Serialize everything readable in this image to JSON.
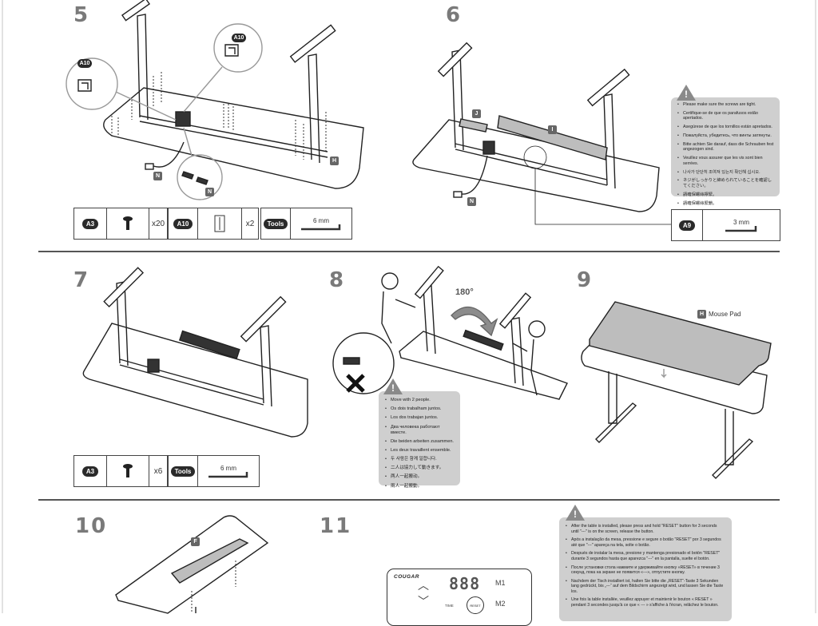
{
  "steps": [
    {
      "number": "5"
    },
    {
      "number": "6"
    },
    {
      "number": "7"
    },
    {
      "number": "8"
    },
    {
      "number": "9"
    },
    {
      "number": "10"
    },
    {
      "number": "11"
    }
  ],
  "step5": {
    "callouts": [
      "A10",
      "A10",
      "N",
      "N",
      "H"
    ],
    "parts": [
      {
        "badge": "A3",
        "qty": "x20",
        "icon": "screw-icon"
      },
      {
        "badge": "A10",
        "qty": "x2",
        "icon": "clip-icon"
      },
      {
        "badge": "Tools",
        "size": "6 mm",
        "icon": "allen-key-icon"
      }
    ]
  },
  "step6": {
    "callouts": [
      "J",
      "I",
      "N"
    ],
    "warning": [
      "Please make sure the screws are tight.",
      "Certifique-se de que os parafusos estão apertados.",
      "Asegúrese de que los tornillos están apretados.",
      "Пожалуйста, убедитесь, что винты затянуты.",
      "Bitte achten Sie darauf, dass die Schrauben fest angezogen sind.",
      "Veuillez vous assurer que les vis sont bien serrées.",
      "나사가 단단히 조여져 있는지 확인해 십시오.",
      "ネジがしっかりと締められていることを確認してください。",
      "請確保螺絲擰緊。",
      "請確保螺絲緊鎖。"
    ],
    "parts": [
      {
        "badge": "A9",
        "size": "3 mm",
        "icon": "allen-key-icon"
      }
    ]
  },
  "step7": {
    "parts": [
      {
        "badge": "A3",
        "qty": "x6",
        "icon": "screw-icon"
      },
      {
        "badge": "Tools",
        "size": "6 mm",
        "icon": "allen-key-icon"
      }
    ]
  },
  "step8": {
    "rotation": "180°",
    "warning": [
      "Move with 2 people.",
      "Os dois trabalham juntos.",
      "Los dos trabajan juntos.",
      "Два человека работают вместе.",
      "Die beiden arbeiten zusammen.",
      "Les deux travaillent ensemble.",
      "두 사람은 함께 일합니다.",
      "二人は協力して動きます。",
      "两人一起搬动。",
      "兩人一起搬動。"
    ]
  },
  "step9": {
    "callout": "H",
    "label": "Mouse Pad"
  },
  "step10": {
    "callout": "F"
  },
  "step11": {
    "panel": {
      "brand": "COUGAR",
      "display": "888",
      "m1": "M1",
      "m2": "M2",
      "time": "TIME",
      "reset": "RESET"
    },
    "warning": [
      "After the table is installed, please press and hold \"RESET\" button for 3 seconds until \"---\" is on the screen, release the button.",
      "Após a instalação da mesa, pressione e segure o botão \"RESET\" por 3 segundos até que \"---\" apareça na tela, solte o botão.",
      "Después de instalar la mesa, presione y mantenga presionado el botón \"RESET\" durante 3 segundos hasta que aparezca \"---\" en la pantalla, suelte el botón.",
      "После установки стола нажмите и удерживайте кнопку «RESET» в течение 3 секунд, пока на экране не появится «---», отпустите кнопку.",
      "Nachdem der Tisch installiert ist, halten Sie bitte die „RESET“-Taste 3 Sekunden lang gedrückt, bis „---“ auf dem Bildschirm angezeigt wird, und lassen Sie die Taste los.",
      "Une fois la table installée, veuillez appuyer et maintenir le bouton « RESET » pendant 3 secondes jusqu'à ce que « --- » s'affiche à l'écran, relâchez le bouton."
    ]
  },
  "colors": {
    "step_number": "#7a7a7a",
    "warning_bg": "#cfcfcf",
    "badge_bg": "#2a2a2a",
    "callout_bg": "#666666",
    "pad_fill": "#bdbdbd"
  }
}
